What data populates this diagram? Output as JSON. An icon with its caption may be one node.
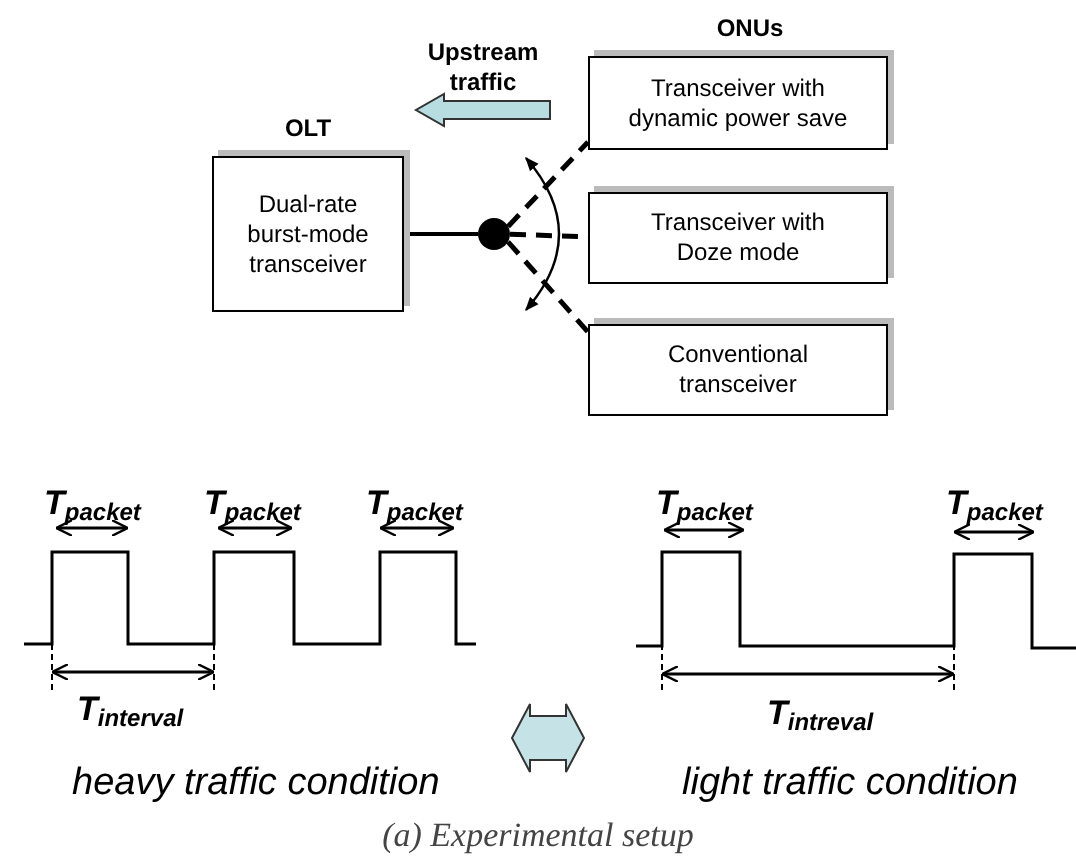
{
  "diagram": {
    "caption": "(a) Experimental setup",
    "nodes": [
      {
        "text": [
          "OLT",
          "Dual-rate burst-mode transceiver"
        ]
      },
      {
        "text": [],
        "shape": "circle"
      },
      {
        "text": [
          "Transceiver with dynamic power save"
        ]
      },
      {
        "text": [
          "Transceiver with Doze mode"
        ]
      },
      {
        "text": [
          "Conventional transceiver"
        ]
      }
    ],
    "edges": [
      {
        "from": 0,
        "to": 1,
        "arrow": "none"
      },
      {
        "from": 1,
        "to": 2,
        "arrow": "none",
        "style": "dashed"
      },
      {
        "from": 1,
        "to": 3,
        "arrow": "none",
        "style": "dashed"
      },
      {
        "from": 1,
        "to": 4,
        "arrow": "none",
        "style": "dashed"
      },
      {
        "from": 2,
        "to": 0,
        "arrow": "to",
        "label": "Upstream traffic",
        "style": "thick",
        "color": "#b7dde0"
      }
    ],
    "labels": [
      "ONUs",
      "T$_{packet}$",
      "T$_{packet}$",
      "T$_{packet}$",
      "T$_{packet}$",
      "T$_{packet}$",
      "T$_{interval}$",
      "T$_{intreval}$",
      "heavy traffic condition",
      "light traffic condition"
    ]
  }
}
